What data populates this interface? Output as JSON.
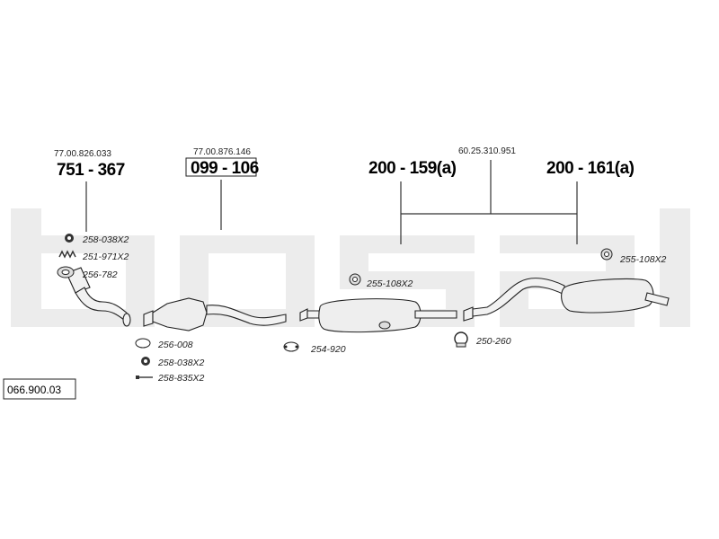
{
  "diagram": {
    "watermark": "bosal",
    "catalog_number": "066.900.03",
    "main_parts": [
      {
        "oem": "77.00.826.033",
        "number": "751 - 367"
      },
      {
        "oem": "77.00.876.146",
        "number": "099 - 106"
      },
      {
        "oem": "60.25.310.951",
        "number_left": "200 - 159(a)",
        "number_right": "200 - 161(a)"
      }
    ],
    "accessories": [
      {
        "label": "258-038X2",
        "icon": "nut-icon"
      },
      {
        "label": "251-971X2",
        "icon": "spring-icon"
      },
      {
        "label": "256-782",
        "icon": "gasket-icon"
      },
      {
        "label": "256-008",
        "icon": "gasket-icon"
      },
      {
        "label": "258-038X2",
        "icon": "nut-icon"
      },
      {
        "label": "258-835X2",
        "icon": "bolt-icon"
      },
      {
        "label": "255-108X2",
        "icon": "rubber-mount-icon"
      },
      {
        "label": "254-920",
        "icon": "flange-gasket-icon"
      },
      {
        "label": "250-260",
        "icon": "clamp-icon"
      },
      {
        "label": "255-108X2",
        "icon": "rubber-mount-icon"
      }
    ]
  }
}
